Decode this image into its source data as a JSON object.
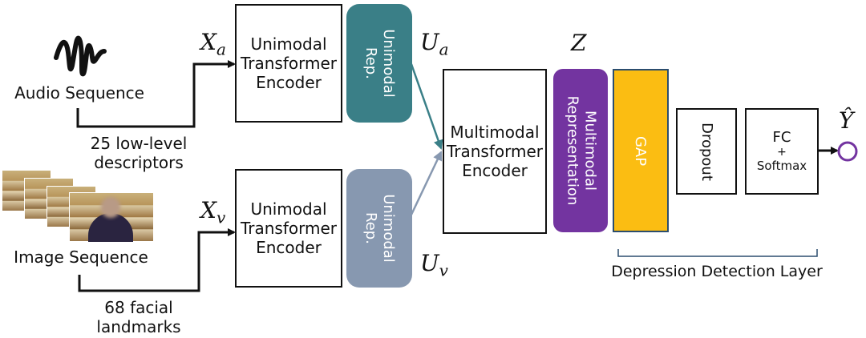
{
  "audio": {
    "label": "Audio Sequence",
    "descriptor": "25 low-level\ndescriptors",
    "icon": "waveform-icon"
  },
  "image": {
    "label": "Image Sequence",
    "descriptor": "68 facial\nlandmarks",
    "icon": "video-frames-thumbnail"
  },
  "symbols": {
    "xa_base": "X",
    "xa_sub": "a",
    "xv_base": "X",
    "xv_sub": "v",
    "ua_base": "U",
    "ua_sub": "a",
    "uv_base": "U",
    "uv_sub": "v",
    "z": "Z",
    "yhat": "Ŷ"
  },
  "blocks": {
    "encoder_audio": "Unimodal\nTransformer\nEncoder",
    "encoder_image": "Unimodal\nTransformer\nEncoder",
    "rep_audio": "Unimodal\nRep.",
    "rep_image": "Unimodal\nRep.",
    "multimodal_encoder": "Multimodal\nTransformer\nEncoder",
    "multimodal_rep": "Multimodal\nRepresentation",
    "gap": "GAP",
    "dropout": "Dropout",
    "fc_top": "FC",
    "fc_plus": "+",
    "fc_bottom": "Softmax"
  },
  "depression_layer_label": "Depression Detection Layer",
  "colors": {
    "rep_audio": "#3a7f87",
    "rep_image": "#8798b0",
    "multimodal_rep": "#7334a0",
    "gap": "#fbbd12",
    "gap_border": "#2b4d6e",
    "output_node": "#7334a0"
  }
}
